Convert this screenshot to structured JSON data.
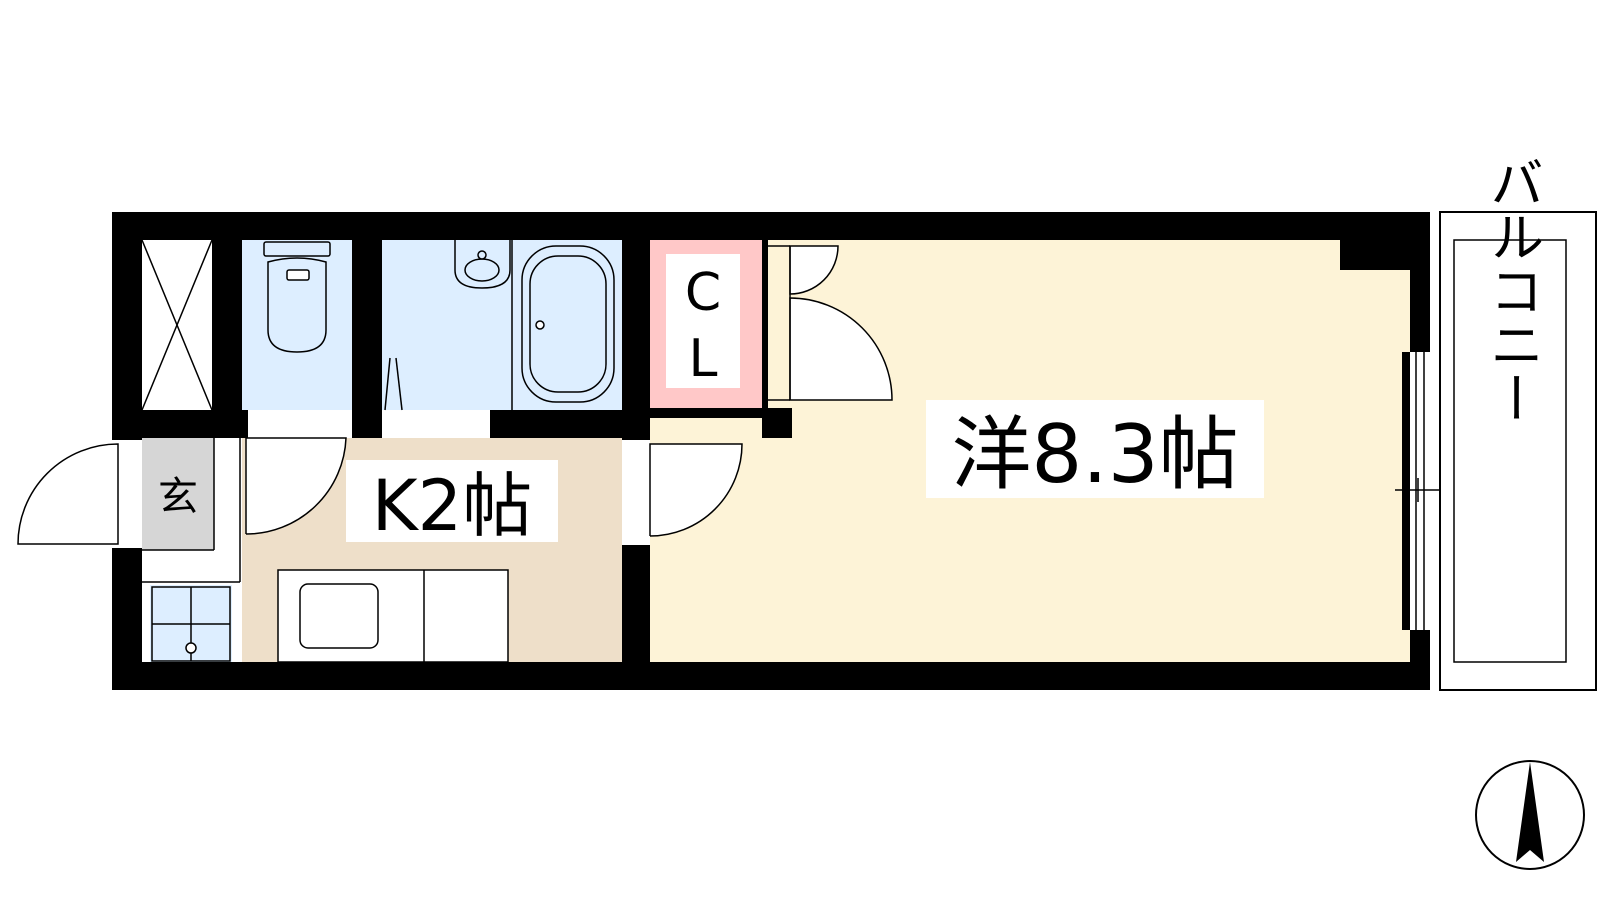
{
  "rooms": {
    "western": {
      "label": "洋8.3帖"
    },
    "kitchen": {
      "label": "K2帖"
    },
    "entrance": {
      "label": "玄"
    },
    "closet": {
      "label_top": "C",
      "label_bottom": "L"
    },
    "balcony": {
      "label": "バルコニー"
    }
  },
  "colors": {
    "western_floor": "#fdf3d7",
    "kitchen_floor": "#eedfc9",
    "wet_area": "#ddeeff",
    "closet": "#ffc8c8",
    "entrance": "#d6d6d6",
    "wall": "#000000"
  },
  "icons": {
    "compass": "north-arrow-icon",
    "toilet": "toilet-icon",
    "bathtub": "bathtub-icon",
    "washbasin": "washbasin-icon"
  }
}
